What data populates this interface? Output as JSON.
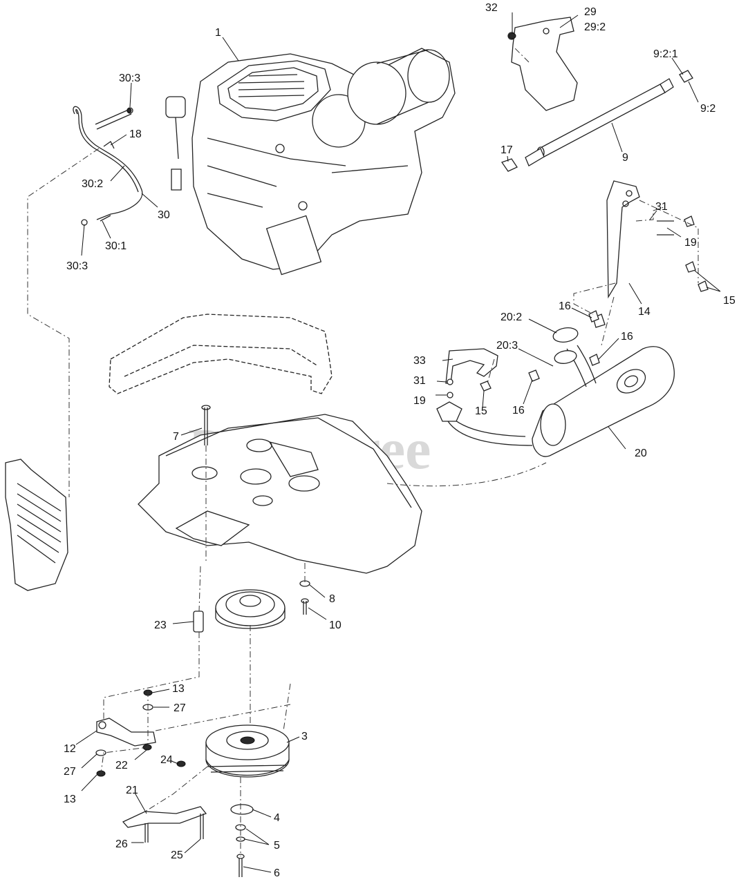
{
  "watermark": "PartsTree",
  "callouts": [
    {
      "id": "c1",
      "text": "1"
    },
    {
      "id": "c3",
      "text": "3"
    },
    {
      "id": "c4",
      "text": "4"
    },
    {
      "id": "c5",
      "text": "5"
    },
    {
      "id": "c6",
      "text": "6"
    },
    {
      "id": "c7",
      "text": "7"
    },
    {
      "id": "c8",
      "text": "8"
    },
    {
      "id": "c9",
      "text": "9"
    },
    {
      "id": "c9_2",
      "text": "9:2"
    },
    {
      "id": "c9_2_1",
      "text": "9:2:1"
    },
    {
      "id": "c10",
      "text": "10"
    },
    {
      "id": "c12",
      "text": "12"
    },
    {
      "id": "c13a",
      "text": "13"
    },
    {
      "id": "c13b",
      "text": "13"
    },
    {
      "id": "c14",
      "text": "14"
    },
    {
      "id": "c15a",
      "text": "15"
    },
    {
      "id": "c15b",
      "text": "15"
    },
    {
      "id": "c16a",
      "text": "16"
    },
    {
      "id": "c16b",
      "text": "16"
    },
    {
      "id": "c16c",
      "text": "16"
    },
    {
      "id": "c17",
      "text": "17"
    },
    {
      "id": "c18",
      "text": "18"
    },
    {
      "id": "c19a",
      "text": "19"
    },
    {
      "id": "c19b",
      "text": "19"
    },
    {
      "id": "c20",
      "text": "20"
    },
    {
      "id": "c20_2",
      "text": "20:2"
    },
    {
      "id": "c20_3",
      "text": "20:3"
    },
    {
      "id": "c21",
      "text": "21"
    },
    {
      "id": "c22",
      "text": "22"
    },
    {
      "id": "c23",
      "text": "23"
    },
    {
      "id": "c24",
      "text": "24"
    },
    {
      "id": "c25",
      "text": "25"
    },
    {
      "id": "c26",
      "text": "26"
    },
    {
      "id": "c27a",
      "text": "27"
    },
    {
      "id": "c27b",
      "text": "27"
    },
    {
      "id": "c29",
      "text": "29"
    },
    {
      "id": "c29_2",
      "text": "29:2"
    },
    {
      "id": "c30",
      "text": "30"
    },
    {
      "id": "c30_1",
      "text": "30:1"
    },
    {
      "id": "c30_2",
      "text": "30:2"
    },
    {
      "id": "c30_3a",
      "text": "30:3"
    },
    {
      "id": "c30_3b",
      "text": "30:3"
    },
    {
      "id": "c31a",
      "text": "31"
    },
    {
      "id": "c31b",
      "text": "31"
    },
    {
      "id": "c32",
      "text": "32"
    },
    {
      "id": "c33",
      "text": "33"
    }
  ]
}
